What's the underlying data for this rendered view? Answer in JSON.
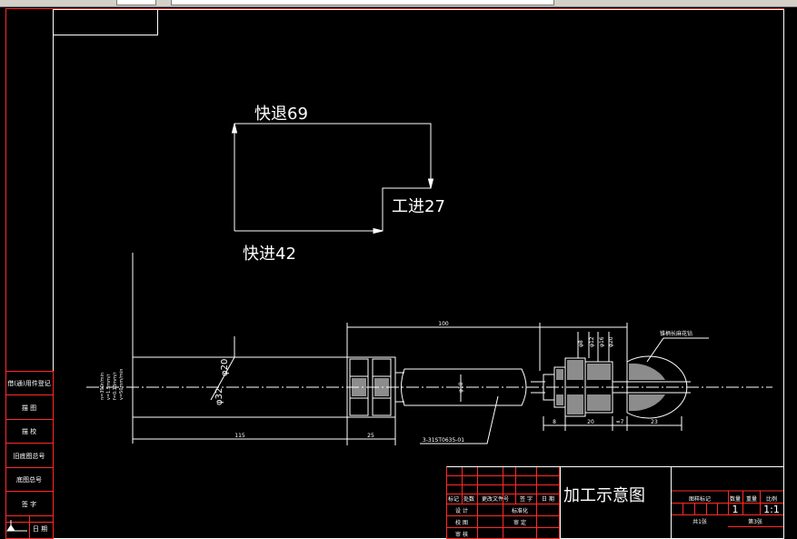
{
  "drawing": {
    "title": "加工示意图",
    "process_labels": {
      "rapid_return": "快退69",
      "work_feed": "工进27",
      "rapid_advance": "快进42"
    },
    "dimensions": {
      "d_mid": "φ20",
      "d_left": "φ32",
      "len_115": "115",
      "len_25": "25",
      "len_100": "100",
      "d_body": "φ18",
      "part_no": "3-31ST0635-01",
      "d2": "φ8",
      "d3": "φ12",
      "d4": "φ16",
      "d5": "φ20",
      "dim_8": "8",
      "dim_20": "20",
      "dim_7": "≈7",
      "dim_23": "23",
      "drill_note": "锥柄长麻花钻"
    },
    "cut_params": [
      "n=390r/min",
      "v=1.5mm/r",
      "f=0.13mm/r",
      "v=50mm/min"
    ],
    "left_table": [
      "借(通)用件登记",
      "描 图",
      "描 校",
      "旧底图总号",
      "底图总号",
      "签 字",
      "日 期"
    ],
    "title_block": {
      "col_headers": [
        "标记",
        "处数",
        "更改文件号",
        "签 字",
        "日 期"
      ],
      "rows": [
        "设 计",
        "校 图",
        "审 核"
      ],
      "mid_labels": [
        "标准化",
        "审 定"
      ],
      "right_headers": [
        "图样标记",
        "数量",
        "重量",
        "比例"
      ],
      "quantity": "1",
      "scale": "1:1",
      "sheet_total": "共1张",
      "sheet_no": "第3张"
    }
  }
}
